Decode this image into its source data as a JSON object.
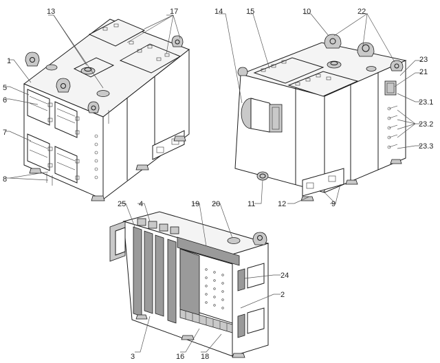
{
  "labels": {
    "l1": "1",
    "l2": "2",
    "l3": "3",
    "l4": "4",
    "l5": "5",
    "l6": "6",
    "l7": "7",
    "l8": "8",
    "l9": "9",
    "l10": "10",
    "l11": "11",
    "l12": "12",
    "l13": "13",
    "l14": "14",
    "l15": "15",
    "l16": "16",
    "l17": "17",
    "l18": "18",
    "l19": "19",
    "l20": "20",
    "l21": "21",
    "l22": "22",
    "l23": "23",
    "l231": "23.1",
    "l232": "23.2",
    "l233": "23.3",
    "l24": "24",
    "l25": "25"
  }
}
